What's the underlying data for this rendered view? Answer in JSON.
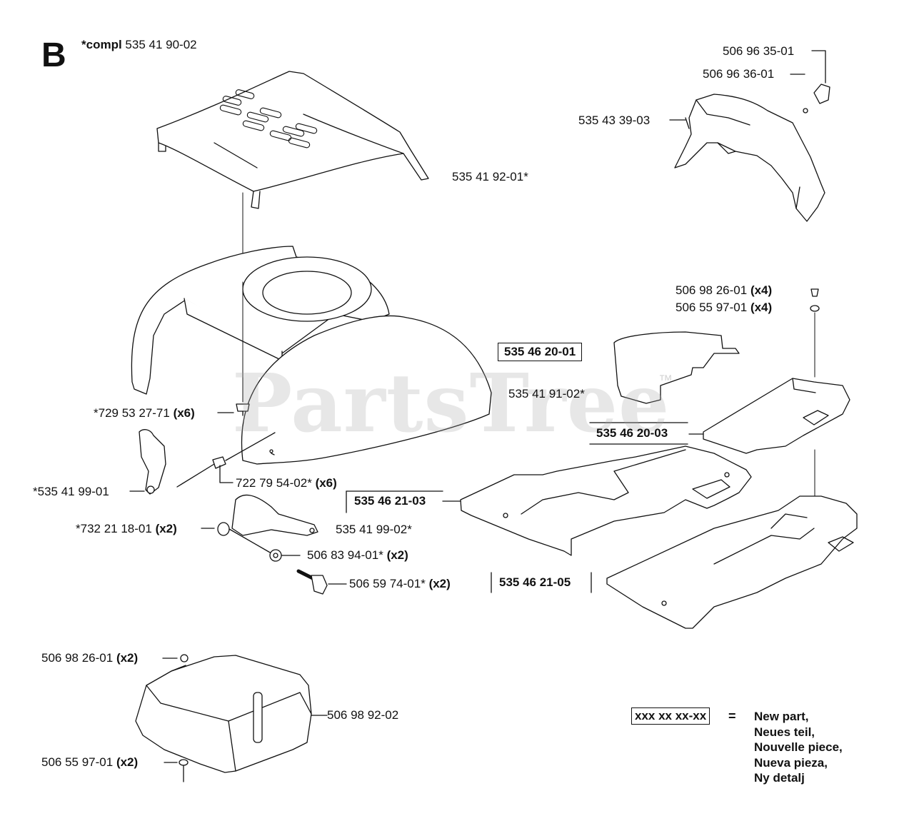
{
  "section": {
    "letter": "B",
    "compl_prefix": "*compl",
    "compl_number": "535 41 90-02"
  },
  "labels": {
    "p506963501": "506 96 35-01",
    "p506963601": "506 96 36-01",
    "p535433903": "535 43 39-03",
    "p535419201": "535 41 92-01*",
    "p506982601_a": "506 98 26-01",
    "p506982601_a_qty": "(x4)",
    "p506559701_a": "506 55 97-01",
    "p506559701_a_qty": "(x4)",
    "p535462001": "535 46 20-01",
    "p535419102": "535 41 91-02*",
    "p535462003": "535 46 20-03",
    "p729532771": "*729 53 27-71",
    "p729532771_qty": "(x6)",
    "p535419901": "*535 41 99-01",
    "p722795402": "722 79 54-02*",
    "p722795402_qty": "(x6)",
    "p535462103": "535 46 21-03",
    "p732211801": "*732 21 18-01",
    "p732211801_qty": "(x2)",
    "p535419902": "535 41 99-02*",
    "p506839401": "506 83 94-01*",
    "p506839401_qty": "(x2)",
    "p506597401": "506 59 74-01*",
    "p506597401_qty": "(x2)",
    "p535462105": "535 46 21-05",
    "p506982601_b": "506 98 26-01",
    "p506982601_b_qty": "(x2)",
    "p506989202": "506 98 92-02",
    "p506559701_b": "506 55 97-01",
    "p506559701_b_qty": "(x2)"
  },
  "legend": {
    "placeholder": "xxx xx xx-xx",
    "equals": "=",
    "lines": [
      "New part,",
      "Neues teil,",
      "Nouvelle piece,",
      "Nueva pieza,",
      "Ny detalj"
    ]
  },
  "watermark": {
    "text": "PartsTree",
    "tm": "™"
  }
}
